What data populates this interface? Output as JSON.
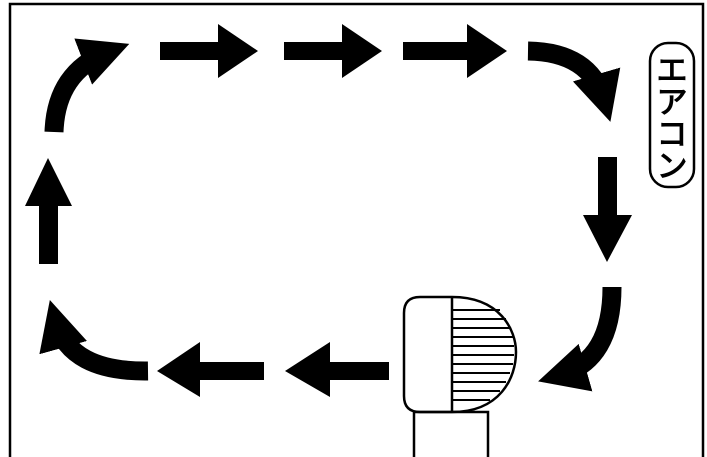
{
  "aircon_label": {
    "chars": [
      "エ",
      "ア",
      "コ",
      "ン"
    ]
  },
  "colors": {
    "stroke": "#000000",
    "background": "#ffffff"
  },
  "icons": {
    "arrow": "arrow-icon",
    "fan": "circulator-fan-icon"
  }
}
